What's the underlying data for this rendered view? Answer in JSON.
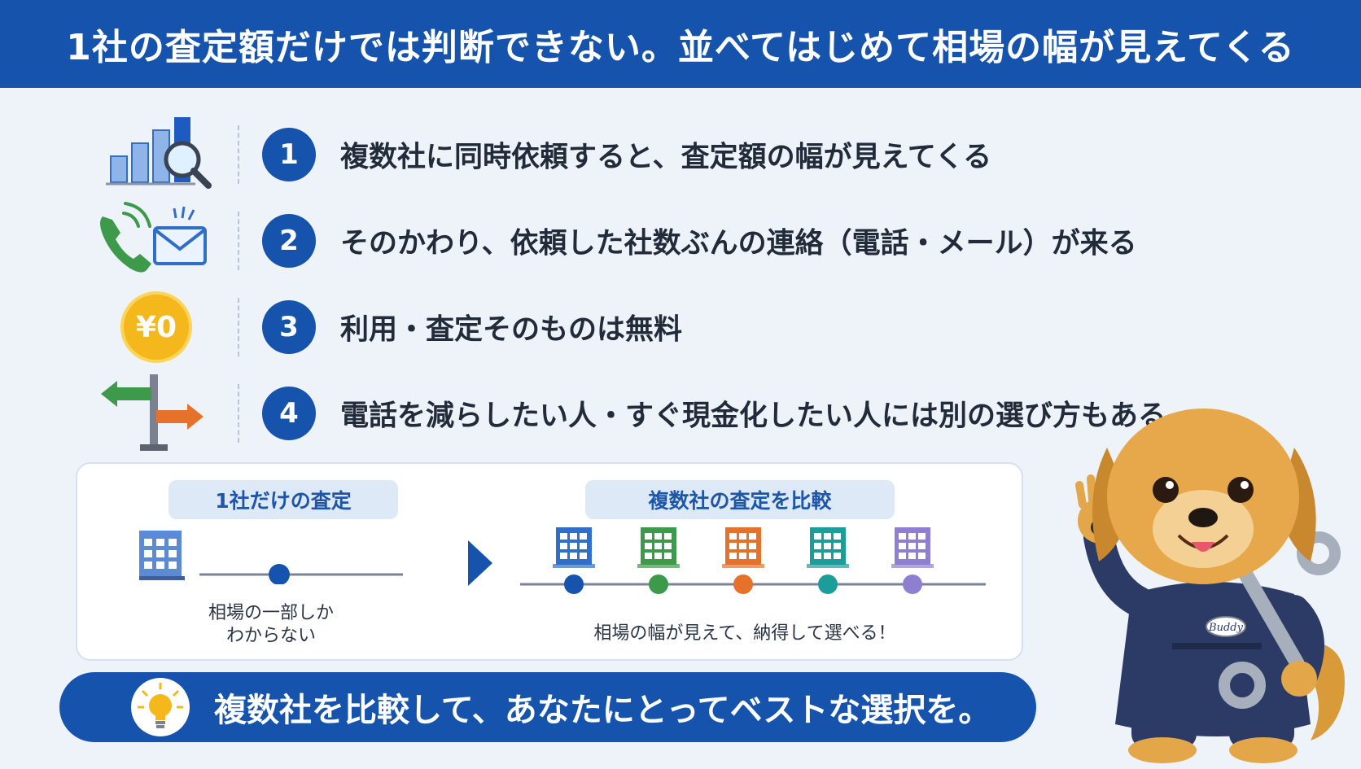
{
  "header": {
    "title": "1社の査定額だけでは判断できない。並べてはじめて相場の幅が見えてくる"
  },
  "points": [
    {
      "number": "1",
      "icon": "chart-magnifier-icon",
      "text": "複数社に同時依頼すると、査定額の幅が見えてくる"
    },
    {
      "number": "2",
      "icon": "phone-mail-icon",
      "text": "そのかわり、依頼した社数ぶんの連絡（電話・メール）が来る"
    },
    {
      "number": "3",
      "icon": "yen-zero-coin-icon",
      "coin_label": "¥0",
      "text": "利用・査定そのものは無料"
    },
    {
      "number": "4",
      "icon": "signpost-icon",
      "text": "電話を減らしたい人・すぐ現金化したい人には別の選び方もある"
    }
  ],
  "comparison": {
    "single": {
      "label": "1社だけの査定",
      "caption_line1": "相場の一部しか",
      "caption_line2": "わからない",
      "building_color": "#5d8ad6",
      "dot_color": "#1553ad"
    },
    "multiple": {
      "label": "複数社の査定を比較",
      "caption": "相場の幅が見えて、納得して選べる！",
      "companies": [
        {
          "color": "#2f6ec9",
          "dot": "#1553ad"
        },
        {
          "color": "#3d9a4a",
          "dot": "#3d9a4a"
        },
        {
          "color": "#e5712a",
          "dot": "#e5712a"
        },
        {
          "color": "#1b9e9a",
          "dot": "#1b9e9a"
        },
        {
          "color": "#8f7fd1",
          "dot": "#8f7fd1"
        }
      ]
    }
  },
  "footer": {
    "text": "複数社を比較して、あなたにとってベストな選択を。",
    "icon": "lightbulb-icon"
  },
  "mascot": {
    "badge": "Buddy",
    "icon": "dog-mascot-icon"
  },
  "colors": {
    "primary": "#1553ad",
    "background": "#eef3fa",
    "coin": "#f5b81c"
  }
}
